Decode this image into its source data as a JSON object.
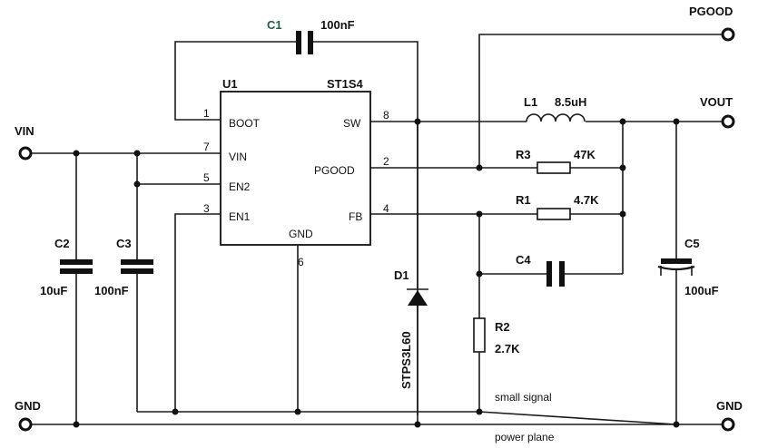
{
  "ic": {
    "ref": "U1",
    "part": "ST1S4",
    "pins_left": [
      {
        "num": "1",
        "name": "BOOT"
      },
      {
        "num": "7",
        "name": "VIN"
      },
      {
        "num": "5",
        "name": "EN2"
      },
      {
        "num": "3",
        "name": "EN1"
      }
    ],
    "pins_right": [
      {
        "num": "8",
        "name": "SW"
      },
      {
        "num": "2",
        "name": "PGOOD"
      },
      {
        "num": "4",
        "name": "FB"
      }
    ],
    "pin_bottom": {
      "num": "6",
      "name": "GND"
    }
  },
  "components": {
    "c1": {
      "ref": "C1",
      "value": "100nF"
    },
    "c2": {
      "ref": "C2",
      "value": "10uF"
    },
    "c3": {
      "ref": "C3",
      "value": "100nF"
    },
    "c4": {
      "ref": "C4"
    },
    "c5": {
      "ref": "C5",
      "value": "100uF"
    },
    "l1": {
      "ref": "L1",
      "value": "8.5uH"
    },
    "r1": {
      "ref": "R1",
      "value": "4.7K"
    },
    "r2": {
      "ref": "R2",
      "value": "2.7K"
    },
    "r3": {
      "ref": "R3",
      "value": "47K"
    },
    "d1": {
      "ref": "D1",
      "value": "STPS3L60"
    }
  },
  "nets": {
    "vin": "VIN",
    "gnd_left": "GND",
    "gnd_right": "GND",
    "pgood": "PGOOD",
    "vout": "VOUT"
  },
  "notes": {
    "small_signal": "small signal",
    "power_plane": "power plane"
  }
}
